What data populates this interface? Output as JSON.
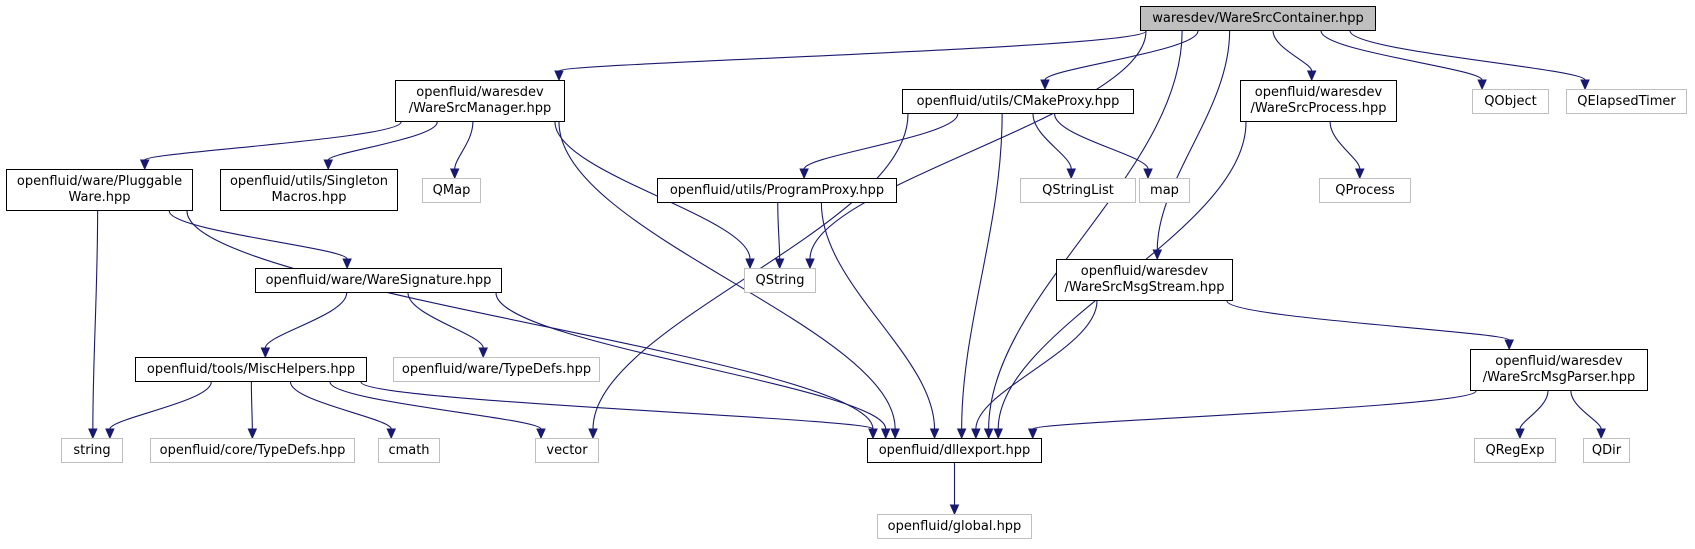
{
  "colors": {
    "edge": "#191970",
    "local_border": "#000000",
    "external_border": "#bfbfbf",
    "root_fill": "#bfbfbf"
  },
  "nodes": [
    {
      "id": "root",
      "kind": "root",
      "lines": [
        "waresdev/WareSrcContainer.hpp"
      ]
    },
    {
      "id": "manager",
      "kind": "local",
      "lines": [
        "openfluid/waresdev",
        "/WareSrcManager.hpp"
      ]
    },
    {
      "id": "cmakeproxy",
      "kind": "local",
      "lines": [
        "openfluid/utils/CMakeProxy.hpp"
      ]
    },
    {
      "id": "process",
      "kind": "local",
      "lines": [
        "openfluid/waresdev",
        "/WareSrcProcess.hpp"
      ]
    },
    {
      "id": "qobject",
      "kind": "external",
      "lines": [
        "QObject"
      ]
    },
    {
      "id": "qelapsedtimer",
      "kind": "external",
      "lines": [
        "QElapsedTimer"
      ]
    },
    {
      "id": "pluggable",
      "kind": "local",
      "lines": [
        "openfluid/ware/Pluggable",
        "Ware.hpp"
      ]
    },
    {
      "id": "singleton",
      "kind": "local",
      "lines": [
        "openfluid/utils/Singleton",
        "Macros.hpp"
      ]
    },
    {
      "id": "qmap",
      "kind": "external",
      "lines": [
        "QMap"
      ]
    },
    {
      "id": "programproxy",
      "kind": "local",
      "lines": [
        "openfluid/utils/ProgramProxy.hpp"
      ]
    },
    {
      "id": "qstringlist",
      "kind": "external",
      "lines": [
        "QStringList"
      ]
    },
    {
      "id": "map",
      "kind": "external",
      "lines": [
        "map"
      ]
    },
    {
      "id": "qprocess",
      "kind": "external",
      "lines": [
        "QProcess"
      ]
    },
    {
      "id": "signature",
      "kind": "local",
      "lines": [
        "openfluid/ware/WareSignature.hpp"
      ]
    },
    {
      "id": "qstring",
      "kind": "external",
      "lines": [
        "QString"
      ]
    },
    {
      "id": "msgstream",
      "kind": "local",
      "lines": [
        "openfluid/waresdev",
        "/WareSrcMsgStream.hpp"
      ]
    },
    {
      "id": "mischelpers",
      "kind": "local",
      "lines": [
        "openfluid/tools/MiscHelpers.hpp"
      ]
    },
    {
      "id": "waretypedefs",
      "kind": "external",
      "lines": [
        "openfluid/ware/TypeDefs.hpp"
      ]
    },
    {
      "id": "msgparser",
      "kind": "local",
      "lines": [
        "openfluid/waresdev",
        "/WareSrcMsgParser.hpp"
      ]
    },
    {
      "id": "string",
      "kind": "external",
      "lines": [
        "string"
      ]
    },
    {
      "id": "coretypedefs",
      "kind": "external",
      "lines": [
        "openfluid/core/TypeDefs.hpp"
      ]
    },
    {
      "id": "cmath",
      "kind": "external",
      "lines": [
        "cmath"
      ]
    },
    {
      "id": "vector",
      "kind": "external",
      "lines": [
        "vector"
      ]
    },
    {
      "id": "dllexport",
      "kind": "local",
      "lines": [
        "openfluid/dllexport.hpp"
      ]
    },
    {
      "id": "qregexp",
      "kind": "external",
      "lines": [
        "QRegExp"
      ]
    },
    {
      "id": "qdir",
      "kind": "external",
      "lines": [
        "QDir"
      ]
    },
    {
      "id": "global",
      "kind": "external",
      "lines": [
        "openfluid/global.hpp"
      ]
    }
  ],
  "edges": [
    [
      "root",
      "manager"
    ],
    [
      "root",
      "qstring"
    ],
    [
      "root",
      "cmakeproxy"
    ],
    [
      "root",
      "msgstream"
    ],
    [
      "root",
      "process"
    ],
    [
      "root",
      "dllexport"
    ],
    [
      "root",
      "qobject"
    ],
    [
      "root",
      "qelapsedtimer"
    ],
    [
      "manager",
      "pluggable"
    ],
    [
      "manager",
      "singleton"
    ],
    [
      "manager",
      "qmap"
    ],
    [
      "manager",
      "dllexport"
    ],
    [
      "manager",
      "qstring"
    ],
    [
      "cmakeproxy",
      "programproxy"
    ],
    [
      "cmakeproxy",
      "vector"
    ],
    [
      "cmakeproxy",
      "dllexport"
    ],
    [
      "cmakeproxy",
      "qstringlist"
    ],
    [
      "cmakeproxy",
      "map"
    ],
    [
      "process",
      "dllexport"
    ],
    [
      "process",
      "qprocess"
    ],
    [
      "pluggable",
      "string"
    ],
    [
      "pluggable",
      "signature"
    ],
    [
      "pluggable",
      "dllexport"
    ],
    [
      "programproxy",
      "qstring"
    ],
    [
      "programproxy",
      "dllexport"
    ],
    [
      "signature",
      "mischelpers"
    ],
    [
      "signature",
      "waretypedefs"
    ],
    [
      "signature",
      "dllexport"
    ],
    [
      "msgstream",
      "dllexport"
    ],
    [
      "msgstream",
      "msgparser"
    ],
    [
      "mischelpers",
      "string"
    ],
    [
      "mischelpers",
      "coretypedefs"
    ],
    [
      "mischelpers",
      "cmath"
    ],
    [
      "mischelpers",
      "vector"
    ],
    [
      "mischelpers",
      "dllexport"
    ],
    [
      "msgparser",
      "dllexport"
    ],
    [
      "msgparser",
      "qregexp"
    ],
    [
      "msgparser",
      "qdir"
    ],
    [
      "dllexport",
      "global"
    ]
  ]
}
